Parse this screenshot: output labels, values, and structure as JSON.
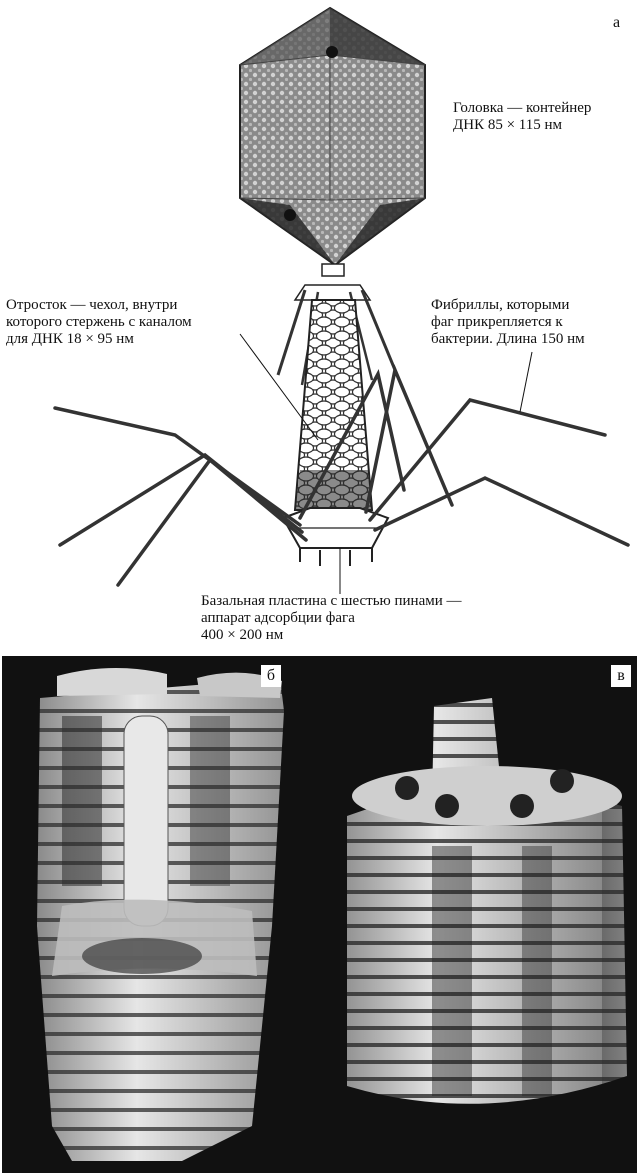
{
  "panel_a": {
    "letter": "а",
    "head_label": [
      "Головка — контейнер",
      "ДНК 85 × 115 нм"
    ],
    "tail_label": [
      "Отросток — чехол, внутри",
      "которого стержень с каналом",
      "для ДНК 18 × 95 нм"
    ],
    "fibrils_label": [
      "Фибриллы, которыми",
      "фаг прикрепляется к",
      "бактерии. Длина 150 нм"
    ],
    "baseplate_label": [
      "Базальная пластина с шестью пинами —",
      "аппарат адсорбции фага",
      "400 × 200 нм"
    ]
  },
  "panel_b": {
    "letter": "б"
  },
  "panel_c": {
    "letter": "в"
  },
  "colors": {
    "photo_background": "#111111",
    "ink": "#111111"
  }
}
